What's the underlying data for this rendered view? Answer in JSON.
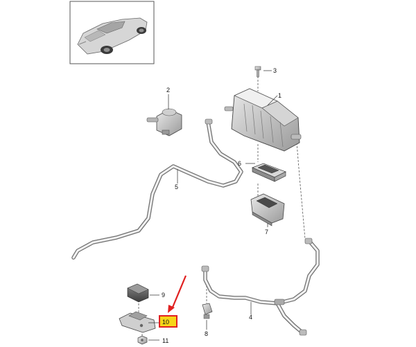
{
  "diagram": {
    "thumbnail": {
      "icon": "car-thumbnail-icon"
    },
    "callouts": [
      {
        "id": "1",
        "label": "1"
      },
      {
        "id": "2",
        "label": "2"
      },
      {
        "id": "3",
        "label": "3"
      },
      {
        "id": "4",
        "label": "4"
      },
      {
        "id": "5",
        "label": "5"
      },
      {
        "id": "6",
        "label": "6"
      },
      {
        "id": "7",
        "label": "7"
      },
      {
        "id": "8",
        "label": "8"
      },
      {
        "id": "9",
        "label": "9"
      },
      {
        "id": "10",
        "label": "10"
      },
      {
        "id": "11",
        "label": "11"
      }
    ],
    "highlight": {
      "label": "10",
      "box_color": "#f7d417",
      "border_color": "#e02020",
      "arrow_color": "#e02020"
    }
  }
}
